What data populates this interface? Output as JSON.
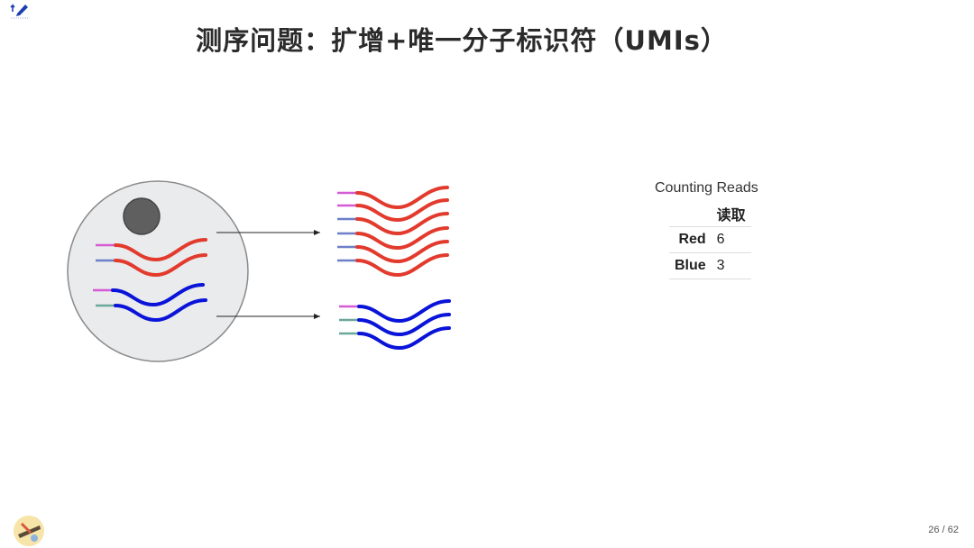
{
  "title": "测序问题：扩增+唯一分子标识符（UMIs）",
  "colors": {
    "red_strand": "#e23b2e",
    "blue_strand": "#0a13d8",
    "umi_magenta": "#d65ad6",
    "umi_slate": "#6c7fc8",
    "umi_teal": "#6aa89a",
    "cell_fill": "#e9ebec",
    "nucleus": "#5f5f5f"
  },
  "counting_table": {
    "caption": "Counting Reads",
    "column_header": "读取",
    "rows": [
      {
        "label": "Red",
        "value": "6"
      },
      {
        "label": "Blue",
        "value": "3"
      }
    ]
  },
  "footer": {
    "page": "26 / 62"
  },
  "icons": {
    "top_left": "edit-logo-icon",
    "bottom_left": "presenter-avatar-icon"
  }
}
